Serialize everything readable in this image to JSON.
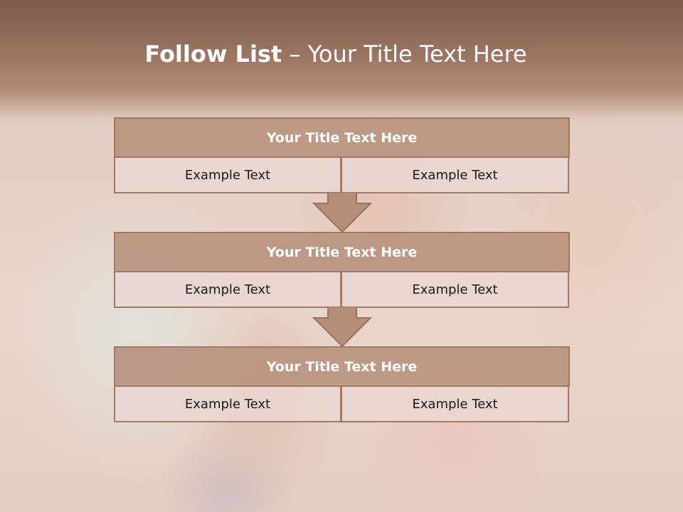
{
  "slide": {
    "title_bold": "Follow List",
    "title_rest": "– Your Title Text Here"
  },
  "blocks": [
    {
      "title": "Your Title Text Here",
      "cells": [
        "Example Text",
        "Example Text"
      ]
    },
    {
      "title": "Your Title Text Here",
      "cells": [
        "Example Text",
        "Example Text"
      ]
    },
    {
      "title": "Your Title Text Here",
      "cells": [
        "Example Text",
        "Example Text"
      ]
    }
  ],
  "colors": {
    "header": "#8a6553",
    "block_title_fill": "#b7917c",
    "border": "#a17a65",
    "cell_fill": "#e8d6d2",
    "arrow_fill": "#b48e7a"
  },
  "icons": [
    "down-arrow-icon",
    "down-arrow-icon"
  ]
}
